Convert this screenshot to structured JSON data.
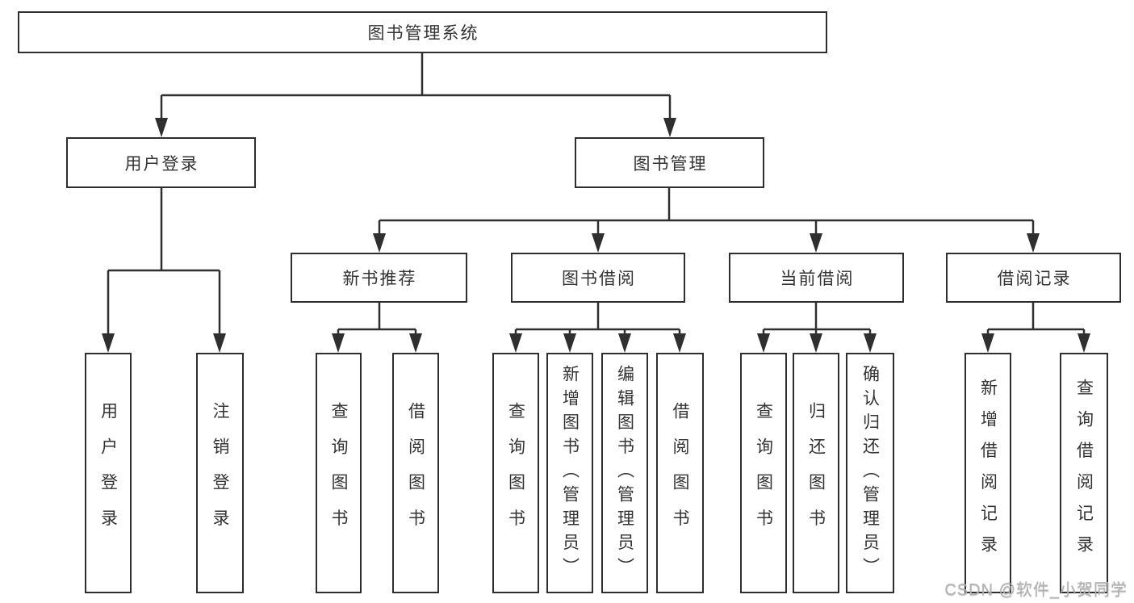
{
  "diagram": {
    "root": {
      "id": "root",
      "label": "图书管理系统"
    },
    "level2": [
      {
        "id": "user-login",
        "label": "用户登录",
        "parent": "root"
      },
      {
        "id": "book-mgmt",
        "label": "图书管理",
        "parent": "root"
      }
    ],
    "level3": [
      {
        "id": "new-book",
        "label": "新书推荐",
        "parent": "book-mgmt"
      },
      {
        "id": "book-borrow",
        "label": "图书借阅",
        "parent": "book-mgmt"
      },
      {
        "id": "current-borrow",
        "label": "当前借阅",
        "parent": "book-mgmt"
      },
      {
        "id": "borrow-record",
        "label": "借阅记录",
        "parent": "book-mgmt"
      }
    ],
    "leaves": [
      {
        "label": "用户登录",
        "parent": "user-login"
      },
      {
        "label": "注销登录",
        "parent": "user-login"
      },
      {
        "label": "查询图书",
        "parent": "new-book"
      },
      {
        "label": "借阅图书",
        "parent": "new-book"
      },
      {
        "label": "查询图书",
        "parent": "book-borrow"
      },
      {
        "label": "新增图书（管理员）",
        "parent": "book-borrow"
      },
      {
        "label": "编辑图书（管理员）",
        "parent": "book-borrow"
      },
      {
        "label": "借阅图书",
        "parent": "book-borrow"
      },
      {
        "label": "查询图书",
        "parent": "current-borrow"
      },
      {
        "label": "归还图书",
        "parent": "current-borrow"
      },
      {
        "label": "确认归还（管理员）",
        "parent": "current-borrow"
      },
      {
        "label": "新增借阅记录",
        "parent": "borrow-record"
      },
      {
        "label": "查询借阅记录",
        "parent": "borrow-record"
      }
    ],
    "colors": {
      "line": "#2f2f2f",
      "text": "#333333",
      "background": "#ffffff",
      "watermark": "#b3b3b3"
    }
  },
  "watermark": {
    "text": "CSDN @软件_小贺同学"
  }
}
